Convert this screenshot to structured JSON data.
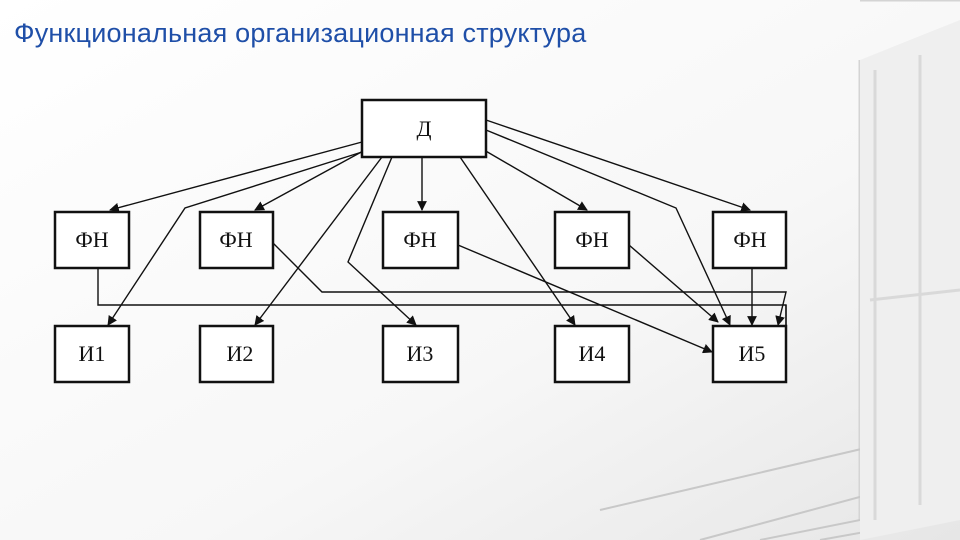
{
  "slide": {
    "title": "Функциональная организационная структура"
  },
  "diagram": {
    "director": "Д",
    "functional_managers": [
      "ФН",
      "ФН",
      "ФН",
      "ФН",
      "ФН"
    ],
    "executors": [
      "И1",
      "И2",
      "И3",
      "И4",
      "И5"
    ]
  },
  "colors": {
    "title": "#1f4fa8",
    "stroke": "#111111"
  }
}
